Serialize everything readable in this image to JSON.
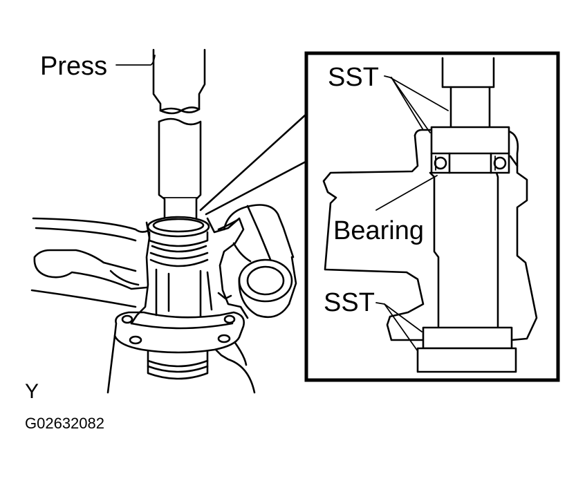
{
  "labels": {
    "press": "Press",
    "sst_upper": "SST",
    "bearing": "Bearing",
    "sst_lower": "SST",
    "view_marker": "Y",
    "figure_code": "G02632082"
  }
}
